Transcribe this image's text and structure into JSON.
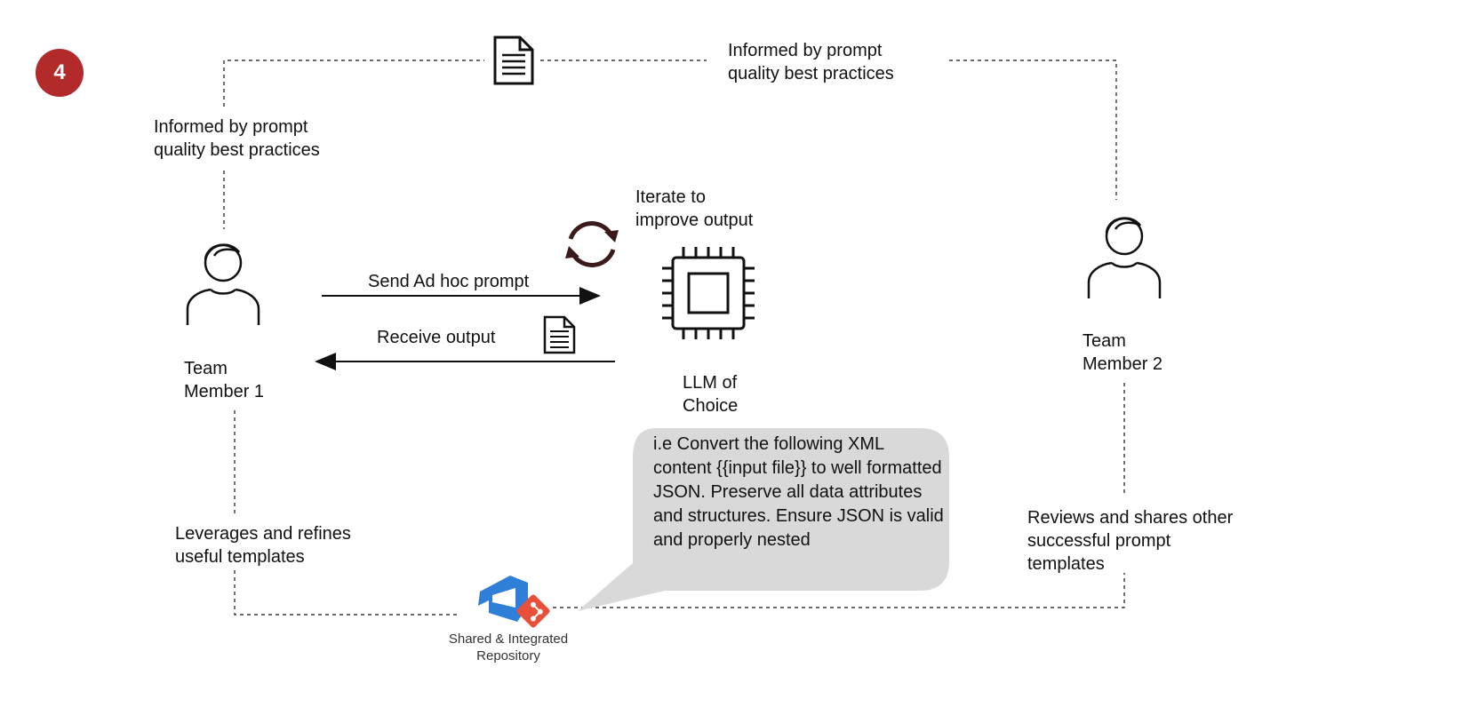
{
  "step_badge": {
    "label": "4",
    "color": "#b22a2a"
  },
  "top_label": "Informed by prompt\nquality best practices",
  "left_top_label": "Informed by prompt\nquality best practices",
  "team_member_1": {
    "label": "Team\nMember 1"
  },
  "team_member_2": {
    "label": "Team\nMember 2"
  },
  "iterate_label": "Iterate to\nimprove output",
  "send_label": "Send Ad hoc prompt",
  "receive_label": "Receive output",
  "llm_label": "LLM of\nChoice",
  "bubble": {
    "text": "i.e Convert the following XML content {{input file}} to well formatted JSON. Preserve all data attributes and structures. Ensure JSON is valid and properly nested",
    "color": "#d9d9d9"
  },
  "leverages_label": "Leverages and refines\nuseful templates",
  "reviews_label": "Reviews and shares other\nsuccessful prompt\ntemplates",
  "repository_label": "Shared & Integrated\nRepository",
  "icons": {
    "document": "document-icon",
    "refresh": "refresh-icon",
    "chip": "chip-icon",
    "person": "person-icon",
    "repository": "azure-devops-git-icon"
  },
  "colors": {
    "line": "#111111",
    "azure_blue": "#2f7ed8",
    "git_red": "#e8503a",
    "refresh": "#3a1a1a"
  }
}
